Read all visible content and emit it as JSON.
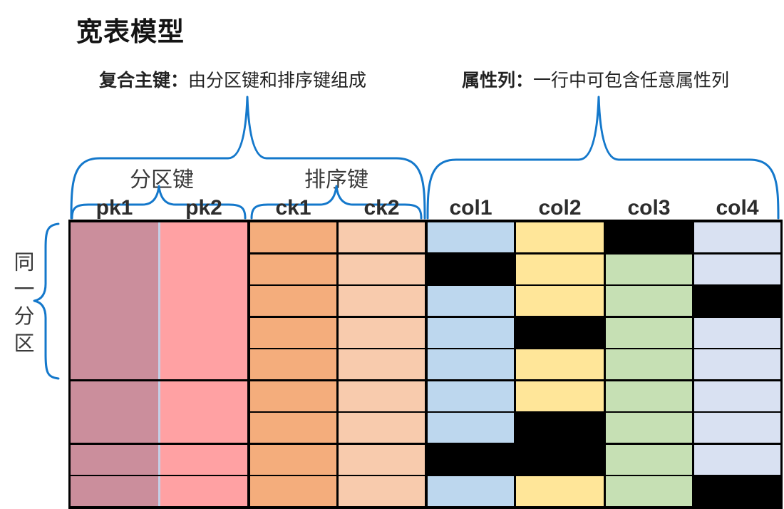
{
  "title": "宽表模型",
  "labels": {
    "composite_key_bold": "复合主键：",
    "composite_key_rest": "由分区键和排序键组成",
    "attr_col_bold": "属性列：",
    "attr_col_rest": "一行中可包含任意属性列",
    "partition_key": "分区键",
    "sort_key": "排序键",
    "same_partition": "同一分区"
  },
  "colors": {
    "brace_blue": "#1478cb",
    "pk1": "#cb8e9c",
    "pk2": "#ffa1a3",
    "pk_divider": "#c4cfe6",
    "ck1": "#f4ad7c",
    "ck2": "#f8cbad",
    "col1": "#bdd7ee",
    "col2": "#ffe699",
    "col3": "#c6e0b4",
    "col4": "#d9e1f2",
    "empty_cell": "#000000",
    "grid": "#000000"
  },
  "table": {
    "headers": [
      "pk1",
      "pk2",
      "ck1",
      "ck2",
      "col1",
      "col2",
      "col3",
      "col4"
    ],
    "row_count": 9,
    "partition_row_counts": [
      5,
      2,
      1,
      1
    ],
    "attr_matrix": [
      [
        1,
        1,
        0,
        1
      ],
      [
        0,
        1,
        1,
        1
      ],
      [
        1,
        1,
        1,
        0
      ],
      [
        1,
        0,
        1,
        1
      ],
      [
        1,
        1,
        1,
        1
      ],
      [
        1,
        1,
        1,
        1
      ],
      [
        1,
        0,
        1,
        1
      ],
      [
        0,
        0,
        1,
        1
      ],
      [
        1,
        1,
        1,
        0
      ]
    ]
  }
}
